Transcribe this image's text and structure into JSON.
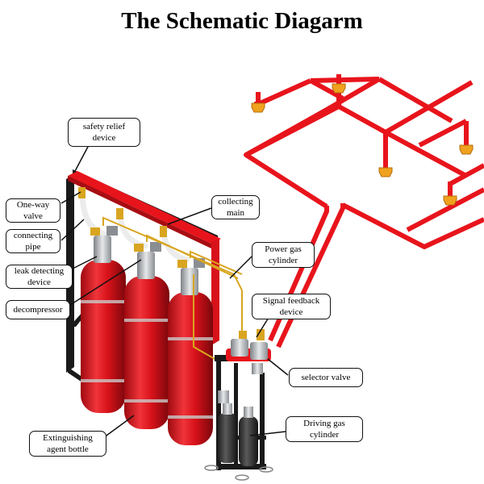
{
  "title": "The Schematic Diagarm",
  "labels": {
    "safety_relief_device": "safety relief\ndevice",
    "one_way_valve": "One-way\nvalve",
    "connecting_pipe": "connecting\npipe",
    "leak_detecting_device": "leak detecting\ndevice",
    "decompressor": "decompressor",
    "collecting_main": "collecting\nmain",
    "power_gas_cylinder": "Power gas\ncylinder",
    "signal_feedback_device": "Signal feedback\ndevice",
    "selector_valve": "selector valve",
    "driving_gas_cylinder": "Driving gas\ncylinder",
    "extinguishing_agent_bottle": "Extinguishing\nagent bottle"
  },
  "colors": {
    "pipe_red": "#e8141c",
    "cylinder_red": "#d8121a",
    "frame_black": "#1a1a1a",
    "nozzle_orange": "#f0a21e",
    "valve_silver": "#b8bcc0",
    "brass": "#d9a520",
    "driving_cylinder": "#3a3a3a"
  }
}
